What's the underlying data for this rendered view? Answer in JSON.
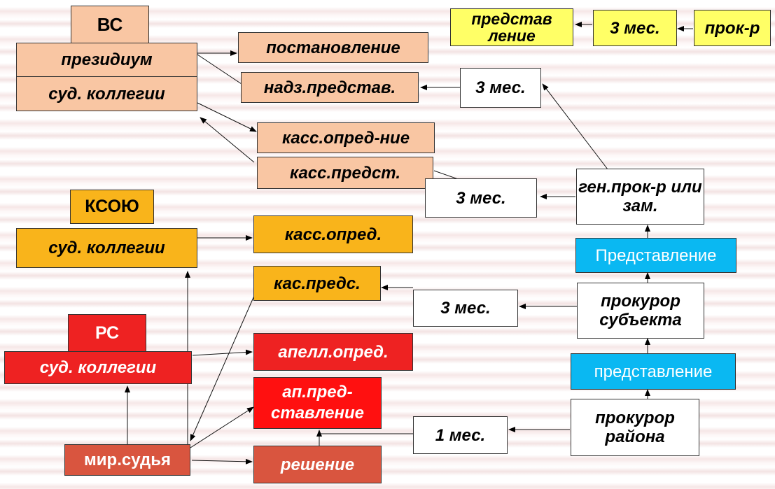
{
  "nodes": {
    "vs": "ВС",
    "presidium": "президиум",
    "sud_kollegii_vs": "суд. коллегии",
    "postanovlenie": "постановление",
    "nadz_predstav": "надз.представ.",
    "kass_opred_nie": "касс.опред-ние",
    "kass_predst": "касс.предст.",
    "predstav_lenie": "представ ление",
    "mes3_yellow": "3 мес.",
    "prok_r": "прок-р",
    "mes3_a": "3 мес.",
    "mes3_b": "3 мес.",
    "gen_prok": "ген.прок-р или зам.",
    "ksoyu": "КСОЮ",
    "sud_kollegii_ksoyu": "суд. коллегии",
    "kass_opred": "касс.опред.",
    "kas_preds": "кас.предс.",
    "predstavlenie_upper": "Представление",
    "mes3_c": "3 мес.",
    "prokuror_subekta": "прокурор субъекта",
    "rs": "РС",
    "sud_kollegii_rs": "суд. коллегии",
    "apell_opred": "апелл.опред.",
    "predstavlenie_lower": "представление",
    "ap_predstavlenie": "ап.пред- ставление",
    "mes1": "1 мес.",
    "prokuror_rayona": "прокурор района",
    "mir_sudya": "мир.судья",
    "reshenie": "решение"
  },
  "colors": {
    "peach": "#f9c6a3",
    "yellow": "#ffff66",
    "orange": "#f9b41b",
    "red": "#ee2222",
    "brick": "#d9553f",
    "cyan": "#0ab8f2"
  }
}
